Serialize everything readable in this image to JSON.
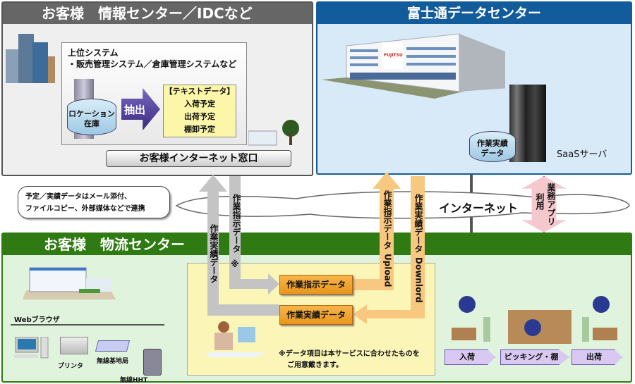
{
  "customer_info_center": {
    "title": "お客様　情報センター／IDCなど",
    "upper_system_title": "上位システム",
    "upper_system_detail": "・販売管理システム／倉庫管理システムなど",
    "db_label_1": "ロケーション",
    "db_label_2": "在庫",
    "extract_label": "抽出",
    "text_data_title": "【テキストデータ】",
    "text_data_items": [
      "入荷予定",
      "出荷予定",
      "棚卸予定"
    ],
    "internet_window_button": "お客様インターネット窓口"
  },
  "fujitsu_data_center": {
    "title": "富士通データセンター",
    "logo_text": "FUJITSU",
    "db_label_1": "作業実績",
    "db_label_2": "データ",
    "server_label": "SaaSサーバ"
  },
  "internet": {
    "label": "インターネット",
    "app_usage_1": "業務アプリ",
    "app_usage_2": "利用"
  },
  "callout": {
    "line1": "予定／実績データはメール添付、",
    "line2": "ファイルコピー、外部媒体などで連携"
  },
  "arrows": {
    "gray_results": "作業実績データ",
    "gray_instructions": "作業指示データ",
    "gray_instructions_mark": "※",
    "upload": "作業指示データ",
    "upload_suffix": "Upload",
    "download": "作業実績データ",
    "download_suffix": "Downlord"
  },
  "logistics_center": {
    "title": "お客様　物流センター",
    "instruction_data_box": "作業指示データ",
    "result_data_box": "作業実績データ",
    "note_line1": "※データ項目は本サービスに合わせたものを",
    "note_line2": "ご用意戴きます。",
    "network_label": "Webブラウザ",
    "devices": [
      "プリンタ",
      "無線基地局",
      "無線HHT"
    ],
    "process_steps": [
      "入荷",
      "ピッキング・棚卸",
      "出荷"
    ]
  }
}
